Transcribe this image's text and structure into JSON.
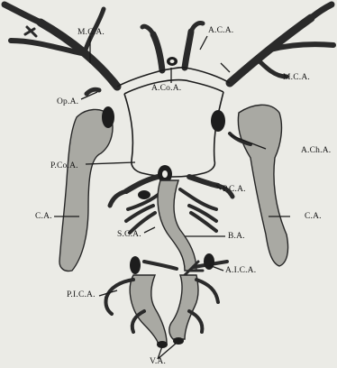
{
  "labels": {
    "mca_left": "M.C.A.",
    "aca": "A.C.A.",
    "mca_right": "M.C.A.",
    "acoa": "A.Co.A.",
    "oph_a": "Op.A.",
    "ach_a": "A.Ch.A.",
    "pcoa": "P.Co.A.",
    "pca": "P.C.A.",
    "ca_left": "C.A.",
    "ca_right": "C.A.",
    "sca": "S.C.A.",
    "ba": "B.A.",
    "aica": "A.I.C.A.",
    "pica": "P.I.C.A.",
    "va": "V.A."
  }
}
